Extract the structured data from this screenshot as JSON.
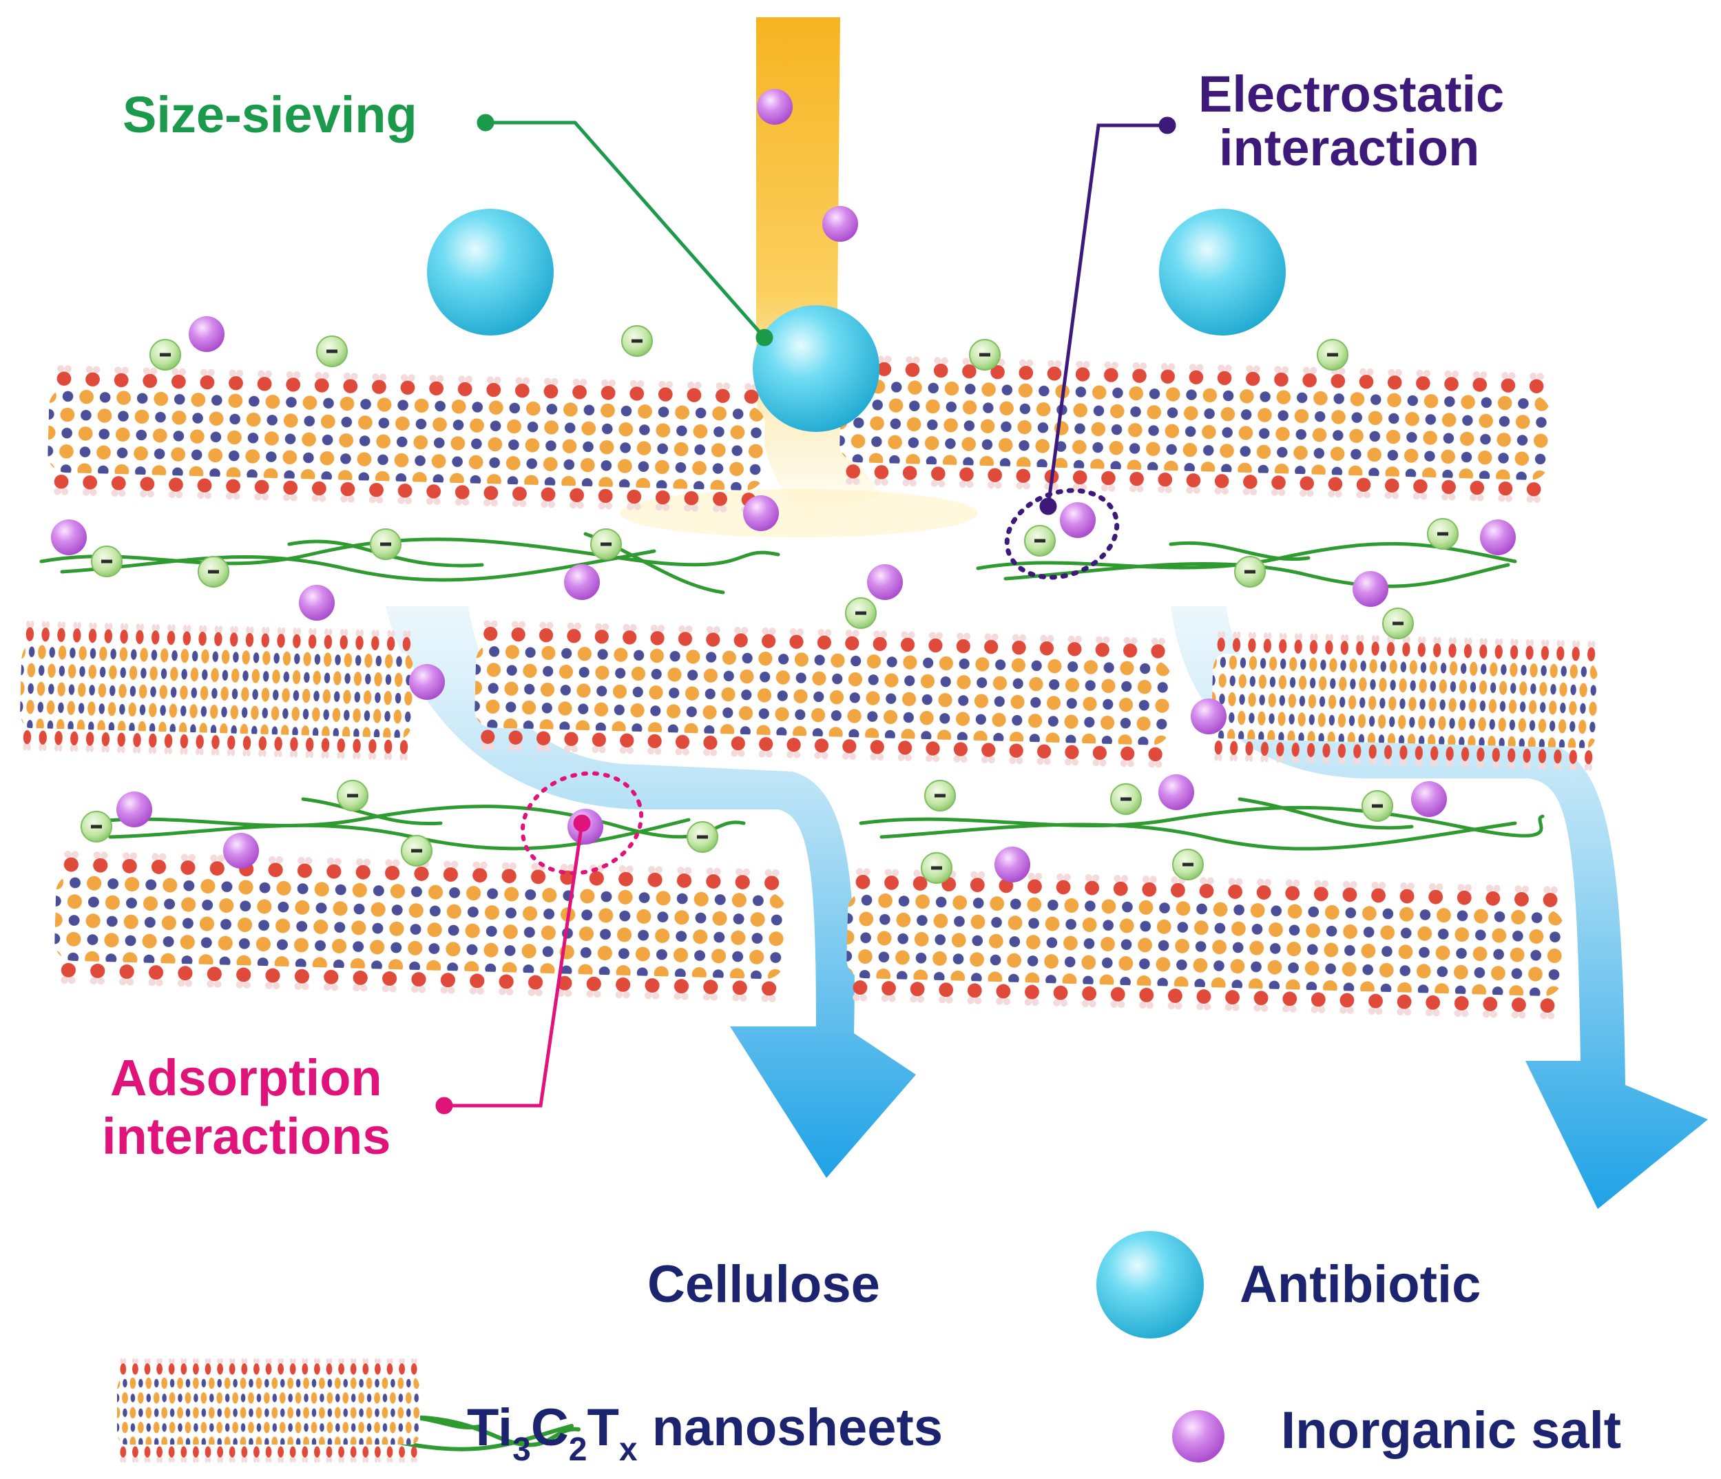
{
  "labels": {
    "size_sieving": "Size-sieving",
    "electrostatic_line1": "Electrostatic",
    "electrostatic_line2": "interaction",
    "adsorption_line1": "Adsorption",
    "adsorption_line2": "interactions"
  },
  "legend": {
    "cellulose": "Cellulose",
    "antibiotic": "Antibiotic",
    "nanosheets_ti": "Ti",
    "nanosheets_sub3": "3",
    "nanosheets_c": "C",
    "nanosheets_sub2": "2",
    "nanosheets_t": "T",
    "nanosheets_subx": "x",
    "nanosheets_rest": " nanosheets",
    "inorganic_salt": "Inorganic salt"
  },
  "charge_symbol": "−",
  "colors": {
    "size_sieving": "#1a9a4a",
    "electrostatic": "#3d1a7a",
    "adsorption": "#e0137a",
    "legend_text": "#1c2470",
    "antibiotic": "#3cc8e6",
    "salt": "#c86ae0",
    "cellulose": "#2f9a2f",
    "ti": "#f2a641",
    "c_atom": "#4b4f98",
    "o_atom": "#e04a3a",
    "h_atom": "#f4dada",
    "flow": "#2aa6e6",
    "feed": "#f6b82a"
  }
}
